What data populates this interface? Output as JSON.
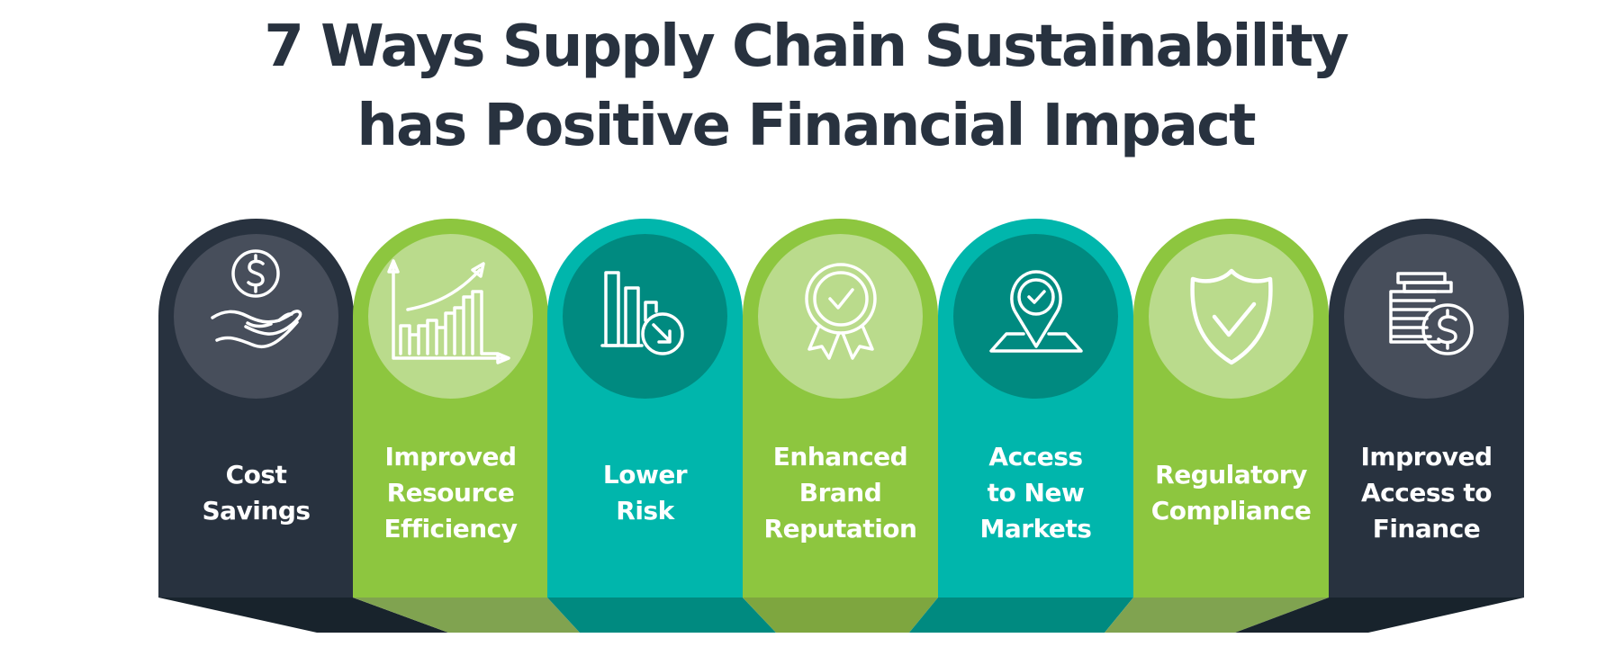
{
  "title": {
    "line1": "7 Ways Supply Chain Sustainability",
    "line2": "has Positive Financial Impact",
    "color": "#28323f"
  },
  "colors": {
    "navy": "#28323f",
    "navy_disc": "#474e5b",
    "navy_base": "#18232c",
    "green": "#8dc63f",
    "green_disc": "#badb8c",
    "green_base": "#80a350",
    "teal": "#00b6ac",
    "teal_disc": "#008a80",
    "teal_base": "#008a80"
  },
  "items": [
    {
      "label_lines": [
        "Cost",
        "Savings"
      ],
      "icon": "hand-holding-dollar-icon",
      "theme": "navy"
    },
    {
      "label_lines": [
        "Improved",
        "Resource",
        "Efficiency"
      ],
      "icon": "growth-chart-icon",
      "theme": "green"
    },
    {
      "label_lines": [
        "Lower",
        "Risk"
      ],
      "icon": "declining-bars-icon",
      "theme": "teal"
    },
    {
      "label_lines": [
        "Enhanced",
        "Brand",
        "Reputation"
      ],
      "icon": "award-ribbon-icon",
      "theme": "green"
    },
    {
      "label_lines": [
        "Access",
        "to New",
        "Markets"
      ],
      "icon": "map-pin-check-icon",
      "theme": "teal"
    },
    {
      "label_lines": [
        "Regulatory",
        "Compliance"
      ],
      "icon": "shield-check-icon",
      "theme": "green"
    },
    {
      "label_lines": [
        "Improved",
        "Access to",
        "Finance"
      ],
      "icon": "coin-stack-dollar-icon",
      "theme": "navy"
    }
  ]
}
